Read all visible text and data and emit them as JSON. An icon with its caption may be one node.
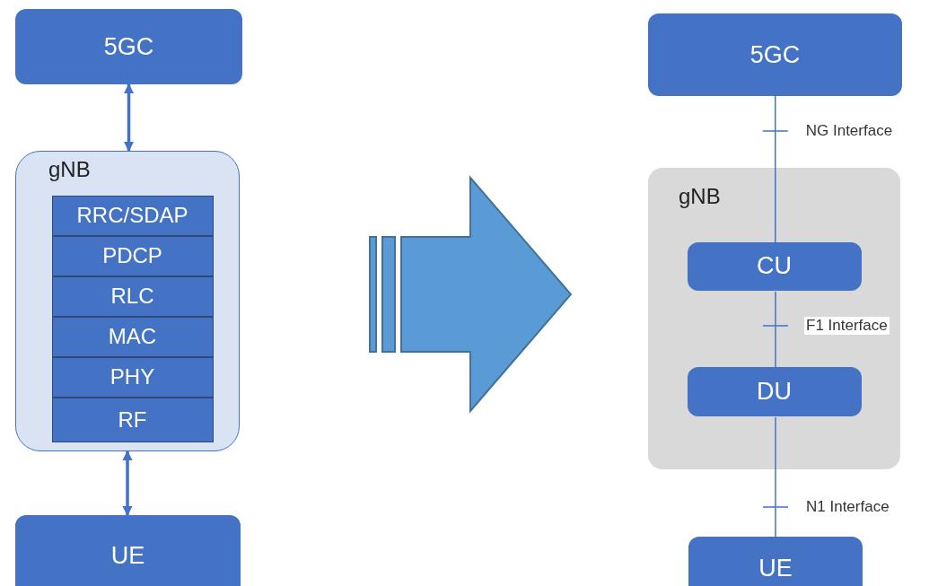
{
  "diagram": {
    "nodes": [
      {
        "text": [
          "5GC"
        ]
      },
      {
        "text": [
          "gNB"
        ]
      },
      {
        "text": [
          "RRC/SDAP"
        ],
        "in": 1
      },
      {
        "text": [
          "PDCP"
        ],
        "in": 1
      },
      {
        "text": [
          "RLC"
        ],
        "in": 1
      },
      {
        "text": [
          "MAC"
        ],
        "in": 1
      },
      {
        "text": [
          "PHY"
        ],
        "in": 1
      },
      {
        "text": [
          "RF"
        ],
        "in": 1
      },
      {
        "text": [
          "UE"
        ]
      },
      {
        "text": [
          "5GC"
        ]
      },
      {
        "text": [
          "gNB"
        ]
      },
      {
        "text": [
          "CU"
        ],
        "in": 10
      },
      {
        "text": [
          "DU"
        ],
        "in": 10
      },
      {
        "text": [
          "UE"
        ]
      }
    ],
    "edges": [
      {
        "from": 0,
        "to": 1,
        "arrow": "both",
        "style": "thick"
      },
      {
        "from": 1,
        "to": 8,
        "arrow": "both",
        "style": "thick"
      },
      {
        "from": 9,
        "to": 11,
        "arrow": "none",
        "label": "NG Interface"
      },
      {
        "from": 11,
        "to": 12,
        "arrow": "none",
        "label": "F1 Interface"
      },
      {
        "from": 12,
        "to": 13,
        "arrow": "none",
        "label": "N1 Interface"
      }
    ]
  }
}
